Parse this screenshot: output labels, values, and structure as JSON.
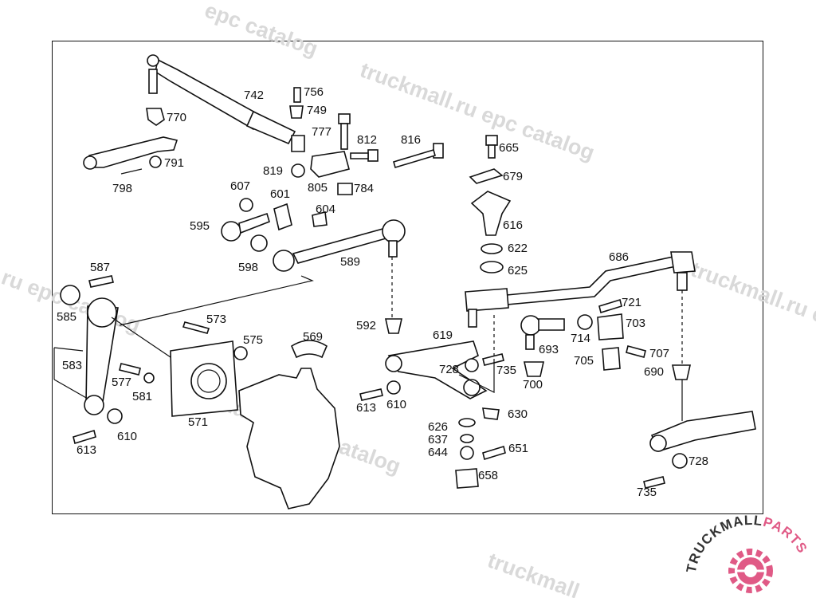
{
  "watermark": {
    "text": "truckmall.ru epc catalog",
    "fragments": [
      "epc catalog",
      "truckmall.ru epc catalog",
      "truckmall.ru e",
      "ru epc catalog",
      "uckmall.ru epc catalog",
      "truckmall"
    ]
  },
  "logo": {
    "word_dark": "TRUCKMALL",
    "word_accent": "PARTS",
    "accent_color": "#e05a86",
    "dark_color": "#333333"
  },
  "labels": [
    "742",
    "756",
    "749",
    "770",
    "777",
    "812",
    "816",
    "665",
    "791",
    "798",
    "819",
    "805",
    "784",
    "679",
    "607",
    "601",
    "604",
    "616",
    "595",
    "598",
    "589",
    "622",
    "625",
    "686",
    "587",
    "585",
    "573",
    "575",
    "569",
    "592",
    "619",
    "721",
    "703",
    "583",
    "577",
    "581",
    "571",
    "728",
    "735",
    "714",
    "705",
    "707",
    "693",
    "700",
    "690",
    "613",
    "610",
    "630",
    "626",
    "637",
    "644",
    "651",
    "658",
    "728",
    "613",
    "610",
    "735"
  ]
}
